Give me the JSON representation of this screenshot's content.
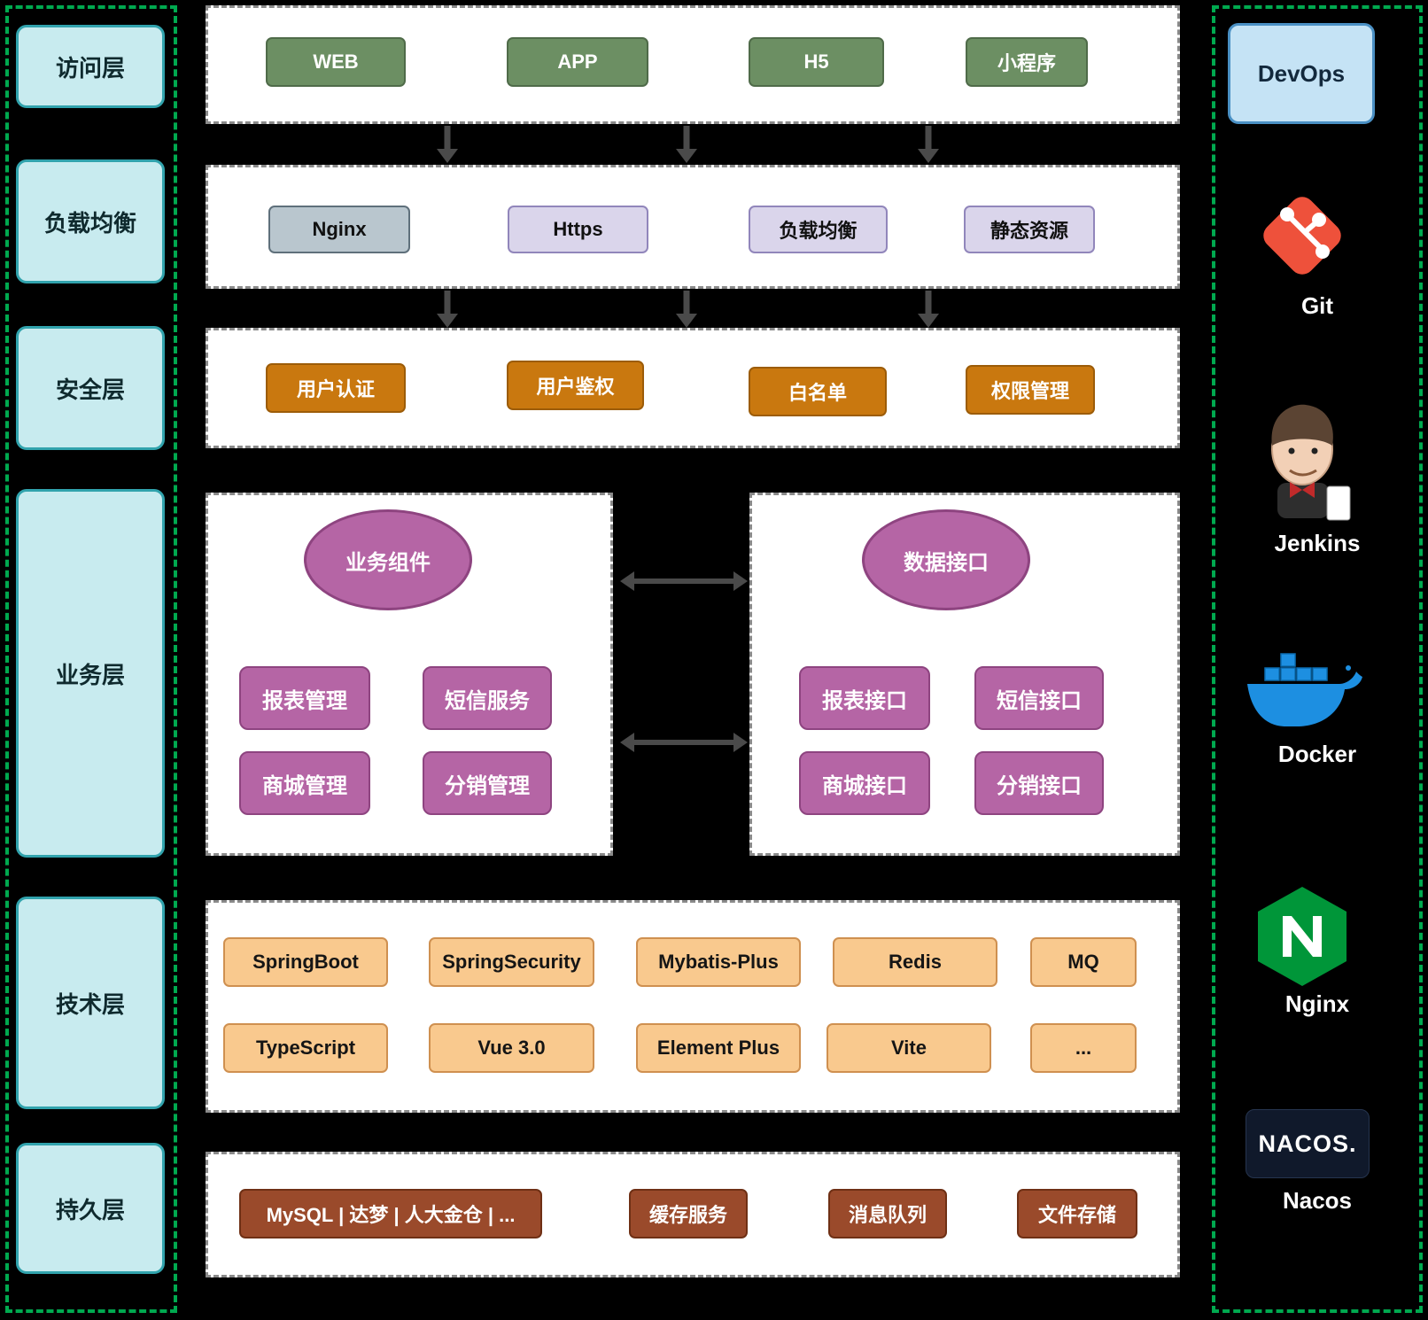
{
  "layers": {
    "items": [
      "访问层",
      "负载均衡",
      "安全层",
      "业务层",
      "技术层",
      "持久层"
    ]
  },
  "access": {
    "items": [
      "WEB",
      "APP",
      "H5",
      "小程序"
    ]
  },
  "load_balance": {
    "items": [
      "Nginx",
      "Https",
      "负载均衡",
      "静态资源"
    ]
  },
  "security": {
    "items": [
      "用户认证",
      "用户鉴权",
      "白名单",
      "权限管理"
    ]
  },
  "business": {
    "components": {
      "title": "业务组件",
      "items": [
        "报表管理",
        "短信服务",
        "商城管理",
        "分销管理"
      ]
    },
    "interfaces": {
      "title": "数据接口",
      "items": [
        "报表接口",
        "短信接口",
        "商城接口",
        "分销接口"
      ]
    }
  },
  "tech": {
    "row1": [
      "SpringBoot",
      "SpringSecurity",
      "Mybatis-Plus",
      "Redis",
      "MQ"
    ],
    "row2": [
      "TypeScript",
      "Vue 3.0",
      "Element Plus",
      "Vite",
      "..."
    ]
  },
  "persistence": {
    "items": [
      "MySQL | 达梦 | 人大金仓 | ...",
      "缓存服务",
      "消息队列",
      "文件存储"
    ]
  },
  "devops": {
    "title": "DevOps",
    "tools": [
      "Git",
      "Jenkins",
      "Docker",
      "Nginx",
      "Nacos"
    ],
    "nacos_logo": "NACOS."
  },
  "colors": {
    "accent_green": "#00a94f",
    "layer_fill": "#c8ebef",
    "layer_border": "#31a3ad",
    "access_fill": "#6c8f63",
    "load_balance_fill": "#dad5eb",
    "security_fill": "#c9780f",
    "business_fill": "#b565a5",
    "tech_fill": "#f9c98e",
    "persistence_fill": "#9a4a2b",
    "git_orange": "#ee513b",
    "docker_blue": "#1d8fe1",
    "nginx_green": "#009639"
  }
}
